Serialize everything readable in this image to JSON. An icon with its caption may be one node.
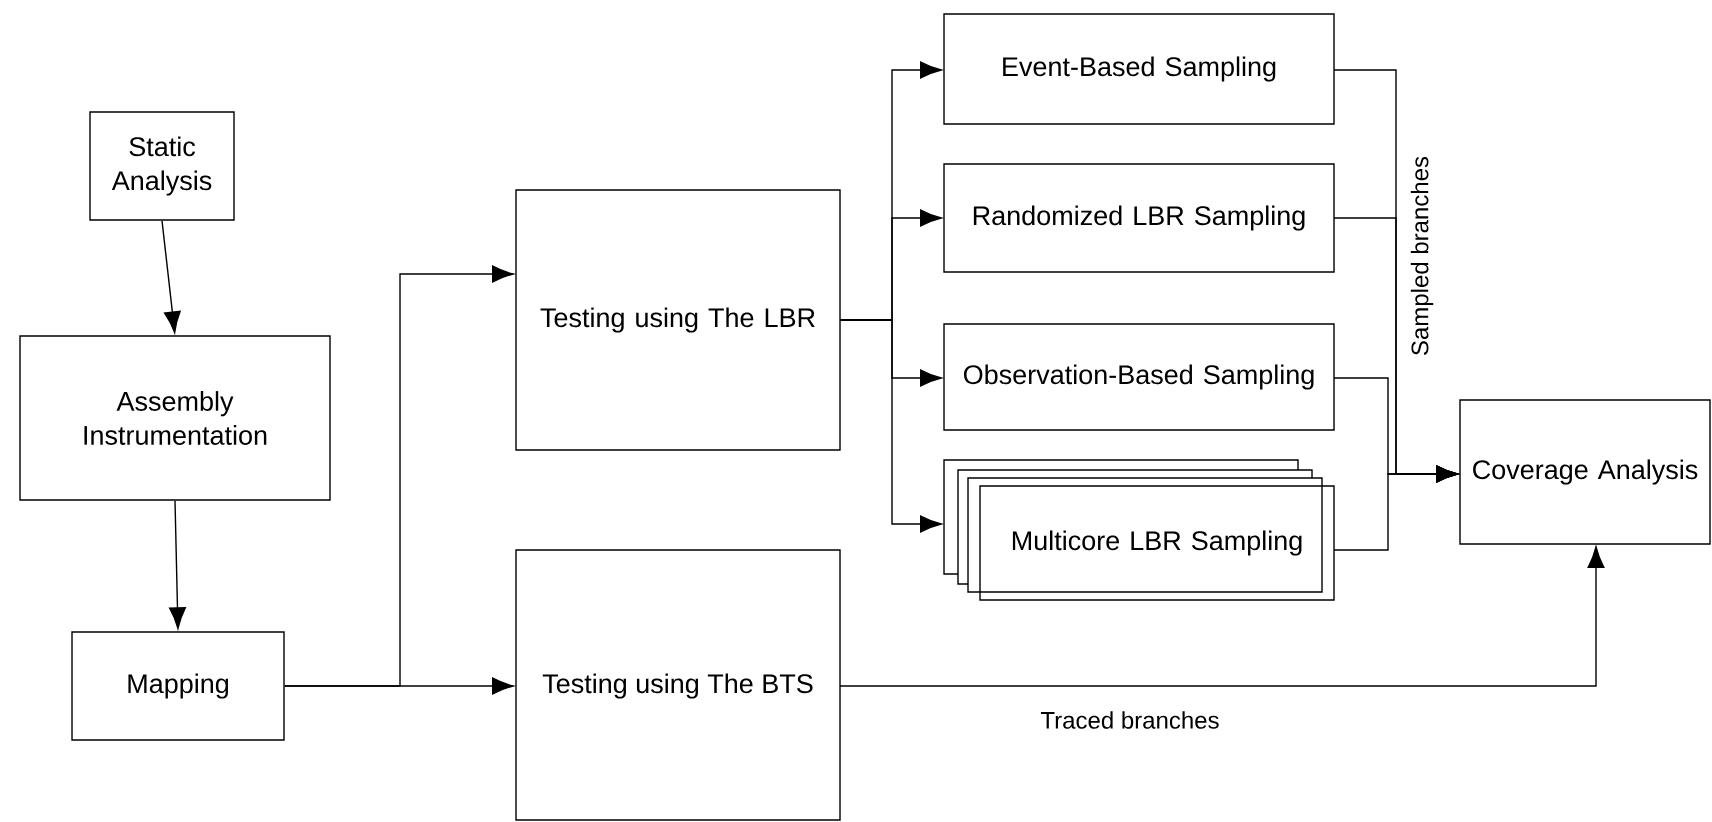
{
  "diagram": {
    "nodes": [
      {
        "text": [
          "Static Analysis"
        ]
      },
      {
        "text": [
          "Assembly Instrumentation"
        ]
      },
      {
        "text": [
          "Mapping"
        ]
      },
      {
        "text": [
          "Testing using The LBR"
        ]
      },
      {
        "text": [
          "Testing using The BTS"
        ]
      },
      {
        "text": [
          "Event-Based Sampling"
        ]
      },
      {
        "text": [
          "Randomized LBR Sampling"
        ]
      },
      {
        "text": [
          "Observation-Based Sampling"
        ]
      },
      {
        "text": [
          "Multicore LBR Sampling"
        ]
      },
      {
        "text": [
          "Coverage Analysis"
        ]
      }
    ],
    "edges": [
      {
        "from": 0,
        "to": 1,
        "arrow": "to"
      },
      {
        "from": 1,
        "to": 2,
        "arrow": "to"
      },
      {
        "from": 2,
        "to": 3,
        "arrow": "to"
      },
      {
        "from": 2,
        "to": 4,
        "arrow": "to"
      },
      {
        "from": 3,
        "to": 5,
        "arrow": "to"
      },
      {
        "from": 3,
        "to": 6,
        "arrow": "to"
      },
      {
        "from": 3,
        "to": 7,
        "arrow": "to"
      },
      {
        "from": 3,
        "to": 8,
        "arrow": "to"
      },
      {
        "from": 5,
        "to": 9,
        "arrow": "to",
        "label": "Sampled branches"
      },
      {
        "from": 6,
        "to": 9,
        "arrow": "to"
      },
      {
        "from": 7,
        "to": 9,
        "arrow": "to"
      },
      {
        "from": 8,
        "to": 9,
        "arrow": "to"
      },
      {
        "from": 4,
        "to": 9,
        "arrow": "to",
        "label": "Traced branches"
      }
    ]
  }
}
